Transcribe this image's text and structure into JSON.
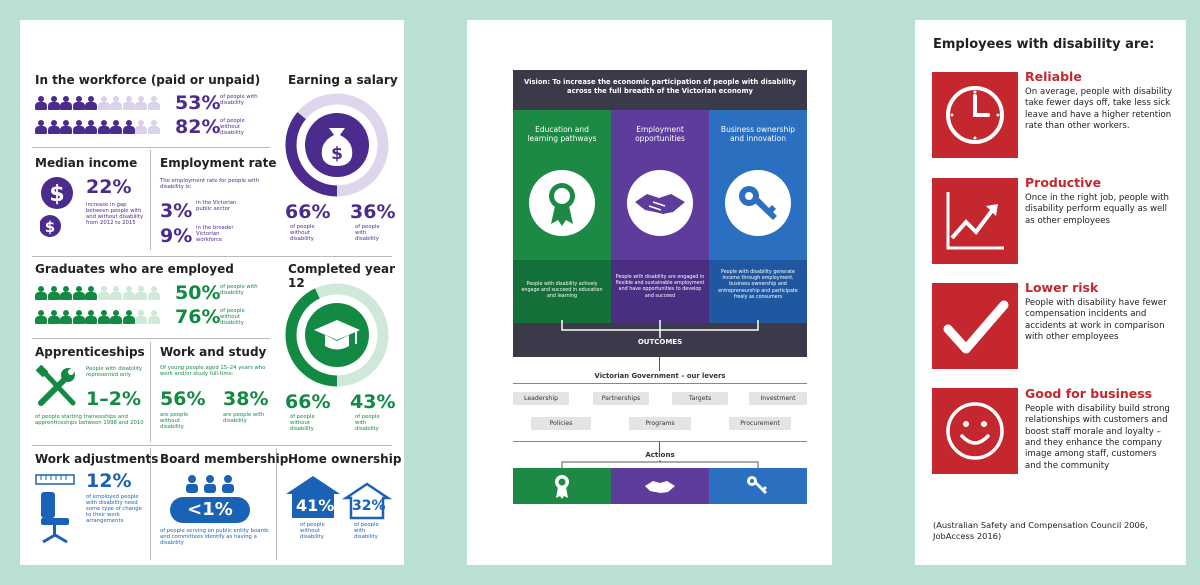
{
  "left": {
    "workforce": {
      "title": "In the workforce (paid or unpaid)",
      "pct1": "53%",
      "lbl1": "of people with disability",
      "pct2": "82%",
      "lbl2": "of people without disability"
    },
    "salary": {
      "title": "Earning a salary",
      "pct1": "66%",
      "lbl1": "of people without disability",
      "pct2": "36%",
      "lbl2": "of people with disability"
    },
    "median": {
      "title": "Median income",
      "pct": "22%",
      "text": "increase in gap between people with and without disability from 2012 to 2015"
    },
    "employment": {
      "title": "Employment rate",
      "intro": "The employment rate for people with disability is:",
      "pct1": "3%",
      "lbl1": "in the Victorian public sector",
      "pct2": "9%",
      "lbl2": "in the broader Victorian workforce"
    },
    "graduates": {
      "title": "Graduates who are employed",
      "pct1": "50%",
      "lbl1": "of people with disability",
      "pct2": "76%",
      "lbl2": "of people without disability"
    },
    "year12": {
      "title": "Completed year 12",
      "pct1": "66%",
      "lbl1": "of people without disability",
      "pct2": "43%",
      "lbl2": "of people with disability"
    },
    "apprentice": {
      "title": "Apprenticeships",
      "intro": "People with disability represented only",
      "value": "1–2%",
      "text": "of people starting traineeships and apprenticeships between 1998 and 2010"
    },
    "workstudy": {
      "title": "Work and study",
      "intro": "Of young people aged 15–24 years who work and/or study full-time:",
      "pct1": "56%",
      "lbl1": "are people without disability",
      "pct2": "38%",
      "lbl2": "are people with disability"
    },
    "adjust": {
      "title": "Work adjustments",
      "pct": "12%",
      "text": "of employed people with disability need some type of change to their work arrangements"
    },
    "board": {
      "title": "Board membership",
      "value": "<1%",
      "text": "of people serving on public entity boards and committees identify as having a disability"
    },
    "home": {
      "title": "Home ownership",
      "pct1": "41%",
      "lbl1": "of people without disability",
      "pct2": "32%",
      "lbl2": "of people with disability"
    }
  },
  "middle": {
    "vision": "Vision: To increase the economic participation of people with disability across the full breadth of the Victorian economy",
    "col1_title": "Education and learning pathways",
    "col1_text": "People with disability actively engage and succeed in education and learning",
    "col2_title": "Employment opportunities",
    "col2_text": "People with disability are engaged in flexible and sustainable employment and have opportunities to develop and succeed",
    "col3_title": "Business ownership and innovation",
    "col3_text": "People with disability generate income through employment, business ownership and entrepreneurship and participate freely as consumers",
    "outcomes": "OUTCOMES",
    "levers_title": "Victorian Government – our levers",
    "levers_row1": [
      "Leadership",
      "Partnerships",
      "Targets",
      "Investment"
    ],
    "levers_row2": [
      "Policies",
      "Programs",
      "Procurement"
    ],
    "actions": "Actions",
    "colors": {
      "green": "#1c8a45",
      "purple": "#5e3c9c",
      "blue": "#2a6fc0",
      "dark": "#3a3a4a"
    }
  },
  "right": {
    "heading": "Employees with disability are:",
    "cards": [
      {
        "icon": "clock-icon",
        "title": "Reliable",
        "text": "On average, people with disability take fewer days off, take less sick leave and have a higher retention rate than other workers."
      },
      {
        "icon": "growth-chart-icon",
        "title": "Productive",
        "text": "Once in the right job, people with disability perform equally as well as other employees"
      },
      {
        "icon": "checkmark-icon",
        "title": "Lower risk",
        "text": "People with disability have fewer compensation incidents and accidents at work in comparison with other employees"
      },
      {
        "icon": "smiley-icon",
        "title": "Good for business",
        "text": "People with disability build strong relationships with customers and boost staff morale and loyalty – and they enhance the company image among staff, customers and the community"
      }
    ],
    "source": "(Australian Safety and Compensation Council 2006, JobAccess 2016)",
    "accent": "#c4272d"
  }
}
